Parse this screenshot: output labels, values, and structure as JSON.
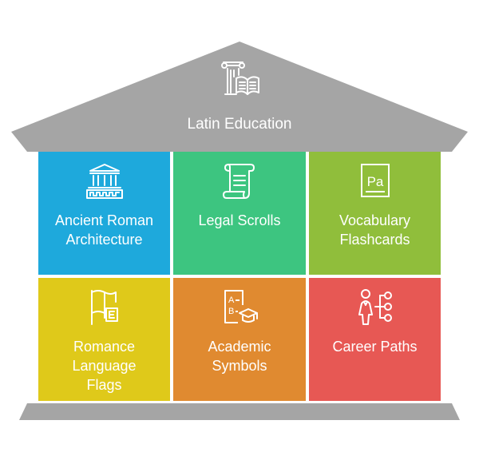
{
  "title": "Latin Education",
  "colors": {
    "structure": "#a5a5a5",
    "text": "#ffffff"
  },
  "title_icon": "column-book-icon",
  "cells": [
    {
      "label": "Ancient Roman\nArchitecture",
      "color": "#1ea9dc",
      "icon": "temple-icon"
    },
    {
      "label": "Legal Scrolls",
      "color": "#3dc580",
      "icon": "scroll-icon"
    },
    {
      "label": "Vocabulary\nFlashcards",
      "color": "#90be3b",
      "icon": "flashcard-icon"
    },
    {
      "label": "Romance\nLanguage\nFlags",
      "color": "#dfc91a",
      "icon": "flag-icon"
    },
    {
      "label": "Academic\nSymbols",
      "color": "#e08a30",
      "icon": "grade-cap-icon"
    },
    {
      "label": "Career Paths",
      "color": "#e75854",
      "icon": "career-tree-icon"
    }
  ],
  "flashcard_letters": "Pa",
  "grade_letters": [
    "A",
    "B"
  ]
}
